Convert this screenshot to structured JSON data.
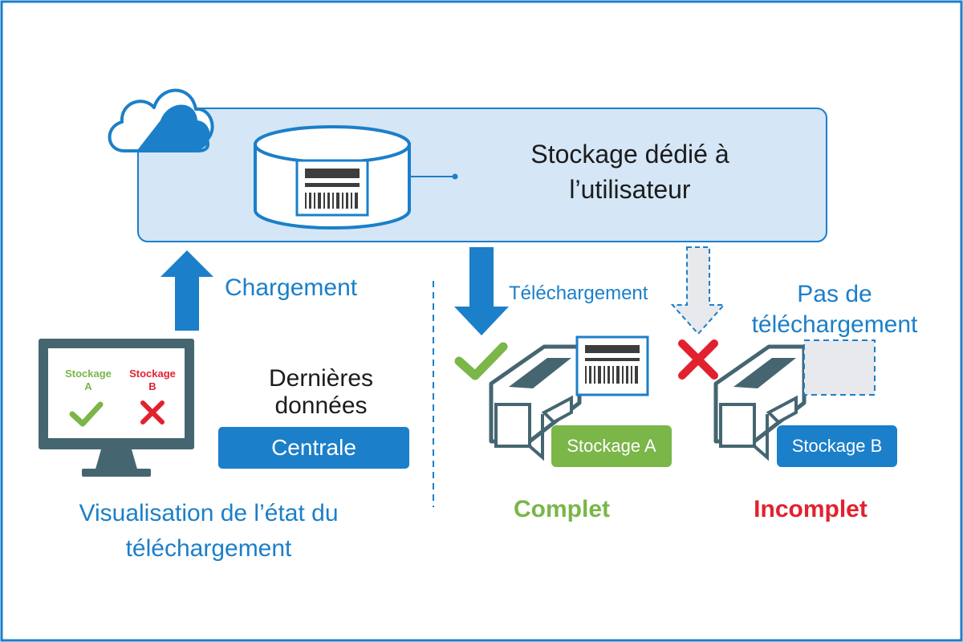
{
  "storage": {
    "title_line1": "Stockage dédié à",
    "title_line2": "l’utilisateur"
  },
  "upload": {
    "label": "Chargement"
  },
  "download": {
    "label": "Téléchargement"
  },
  "no_download": {
    "label_line1": "Pas de",
    "label_line2": "téléchargement"
  },
  "latest": {
    "line1": "Dernières",
    "line2": "données",
    "badge": "Centrale"
  },
  "monitor": {
    "status_a_line1": "Stockage",
    "status_a_line2": "A",
    "status_b_line1": "Stockage",
    "status_b_line2": "B",
    "caption_line1": "Visualisation de l’état du",
    "caption_line2": "téléchargement"
  },
  "printer_a": {
    "badge": "Stockage A",
    "status": "Complet"
  },
  "printer_b": {
    "badge": "Stockage B",
    "status": "Incomplet"
  },
  "colors": {
    "blue": "#1b7fc9",
    "light_blue": "#d5e6f6",
    "green": "#7ab648",
    "red": "#e2212f",
    "dark_teal": "#456670",
    "gray": "#e8e9ec"
  }
}
